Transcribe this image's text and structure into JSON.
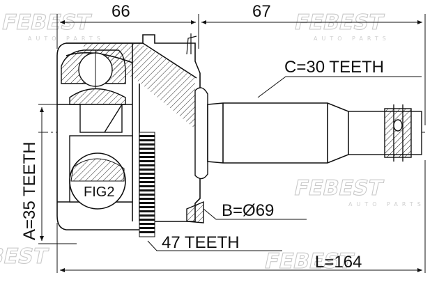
{
  "dimensions": {
    "housing_length": "66",
    "shaft_length": "67",
    "total_length": "L=164",
    "outer_teeth": "A=35 TEETH",
    "inner_teeth": "C=30 TEETH",
    "abs_teeth": "47 TEETH",
    "seal_diameter": "B=Ø69"
  },
  "labels": {
    "fig": "FIG2"
  },
  "watermark": {
    "brand": "FEBEST",
    "tagline": "AUTO PARTS"
  },
  "colors": {
    "line": "#111111",
    "watermark": "#c9c9c9",
    "background": "#ffffff"
  }
}
